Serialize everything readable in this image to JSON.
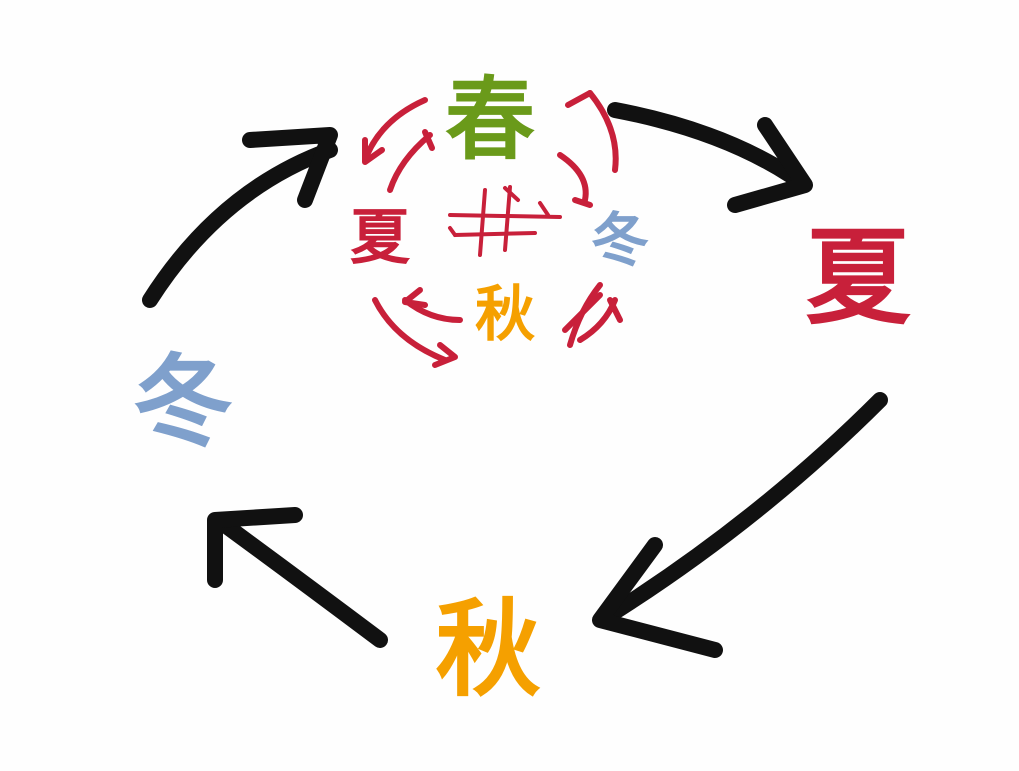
{
  "colors": {
    "spring": "#6a9a1a",
    "summer": "#c8203a",
    "autumn": "#f5a000",
    "winter": "#7fa0cc",
    "arrow": "#111111"
  },
  "inner_cycle": {
    "spring": "春",
    "summer": "夏",
    "winter": "冬",
    "autumn": "秋"
  },
  "outer_cycle": {
    "summer": "夏",
    "autumn": "秋",
    "winter": "冬"
  }
}
